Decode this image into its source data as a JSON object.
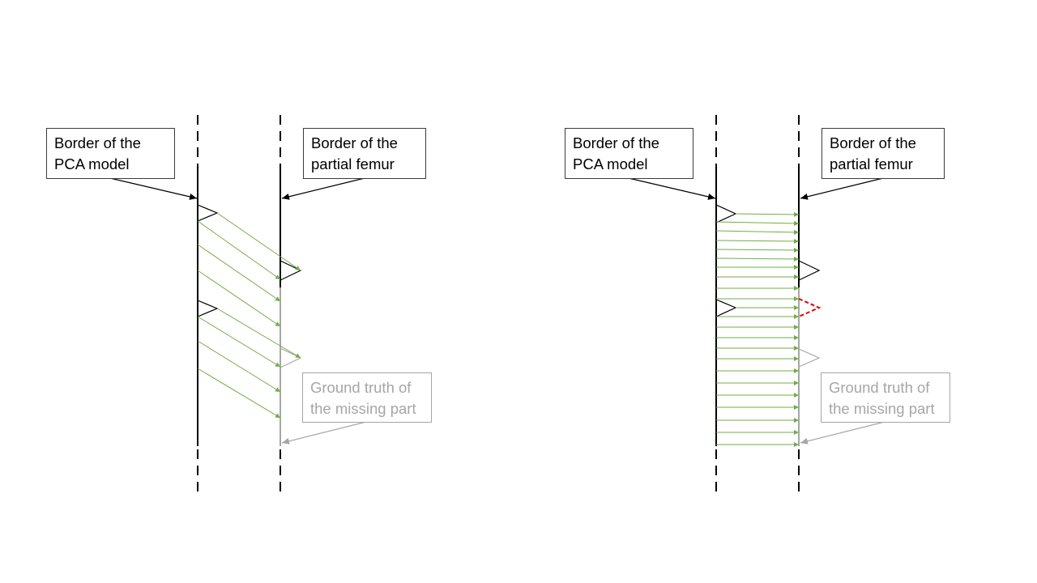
{
  "colors": {
    "border": "#000000",
    "ground_truth": "#a6a6a6",
    "arrow": "#70ad47",
    "error": "#e00000"
  },
  "left_panel": {
    "label_pca": "Border of the\nPCA model",
    "label_femur": "Border of the\npartial femur",
    "label_ground_truth": "Ground truth of\nthe missing part"
  },
  "right_panel": {
    "label_pca": "Border of the\nPCA model",
    "label_femur": "Border of the\npartial femur",
    "label_ground_truth": "Ground truth of\nthe missing part"
  }
}
